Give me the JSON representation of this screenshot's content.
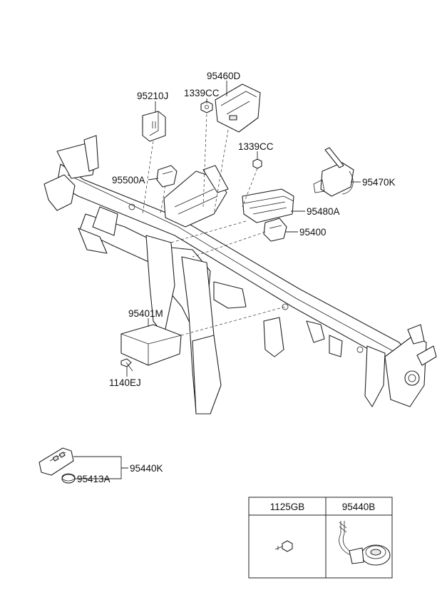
{
  "callouts": {
    "p95460D": "95460D",
    "p95210J": "95210J",
    "p1339CC_a": "1339CC",
    "p1339CC_b": "1339CC",
    "p95470K": "95470K",
    "p95500A": "95500A",
    "p95480A": "95480A",
    "p95400": "95400",
    "p95401M": "95401M",
    "p1140EJ": "1140EJ",
    "p95440K": "95440K",
    "p95413A": "95413A"
  },
  "table": {
    "headers": [
      "1125GB",
      "95440B"
    ]
  }
}
